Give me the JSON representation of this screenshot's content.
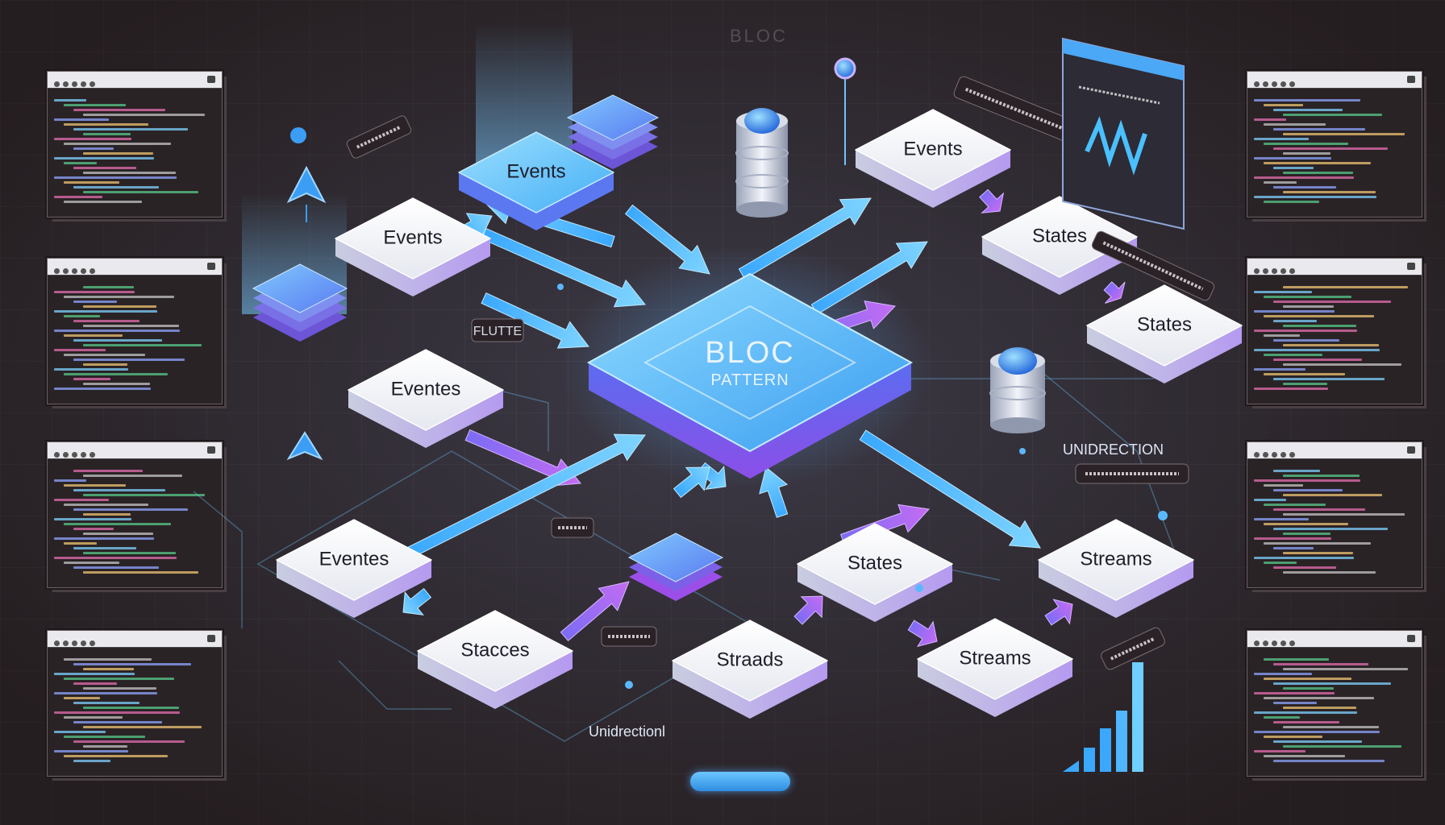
{
  "diagram": {
    "hub": {
      "title": "BLOC",
      "subtitle": "PATTERN"
    },
    "nodes": [
      {
        "label": "Events",
        "style": "blue"
      },
      {
        "label": "Events",
        "style": "white"
      },
      {
        "label": "Events",
        "style": "white"
      },
      {
        "label": "States",
        "style": "white"
      },
      {
        "label": "States",
        "style": "white"
      },
      {
        "label": "Eventes",
        "style": "white"
      },
      {
        "label": "Eventes",
        "style": "white"
      },
      {
        "label": "States",
        "style": "white"
      },
      {
        "label": "Streams",
        "style": "white"
      },
      {
        "label": "Stacces",
        "style": "white"
      },
      {
        "label": "Straads",
        "style": "white"
      },
      {
        "label": "Streams",
        "style": "white"
      }
    ],
    "captions": {
      "unidirection_right": "UNIDRECTION",
      "unidirection_bottom": "Unidrectionl",
      "flutter_tag": "FLUTTE",
      "ghost_title": "BLOC"
    },
    "colors": {
      "background": "#3a3031",
      "accent_blue": "#3ab0ff",
      "accent_purple": "#9b5cf0",
      "node_white": "#f4f4f8",
      "text_dark": "#1d1d2a"
    }
  },
  "code_panels": {
    "count": 8,
    "icons": [
      "code-window-icon"
    ]
  }
}
